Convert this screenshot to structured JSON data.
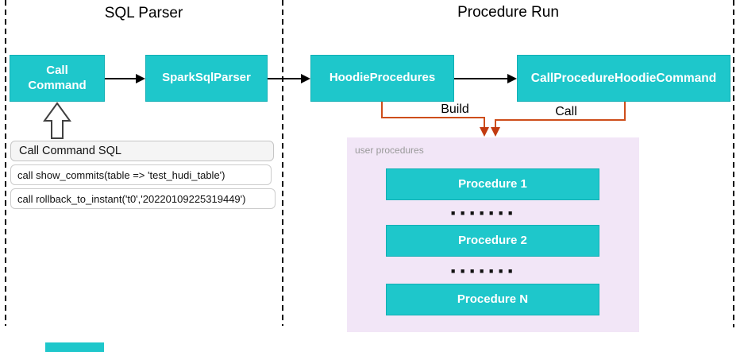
{
  "sections": {
    "sql_parser": {
      "title": "SQL Parser"
    },
    "procedure_run": {
      "title": "Procedure Run"
    }
  },
  "nodes": {
    "call_command": "Call Command",
    "spark_sql_parser": "SparkSqlParser",
    "hoodie_procedures": "HoodieProcedures",
    "call_procedure_hoodie_command": "CallProcedureHoodieCommand"
  },
  "edges": {
    "build_label": "Build",
    "call_label": "Call"
  },
  "sql_panel": {
    "header": "Call Command SQL",
    "rows": [
      "call show_commits(table => 'test_hudi_table')",
      "call rollback_to_instant('t0','20220109225319449')"
    ]
  },
  "user_procedures": {
    "label": "user procedures",
    "items": [
      "Procedure 1",
      "Procedure 2",
      "Procedure N"
    ],
    "ellipsis": "·······"
  },
  "colors": {
    "node_fill": "#1EC7CB",
    "node_border": "#12AFB5",
    "container_fill": "#F2E6F7",
    "connector": "#CE4E1B",
    "connector_head": "#C23A10",
    "arrow_black": "#000000",
    "label_gray": "#9A9A9A"
  }
}
